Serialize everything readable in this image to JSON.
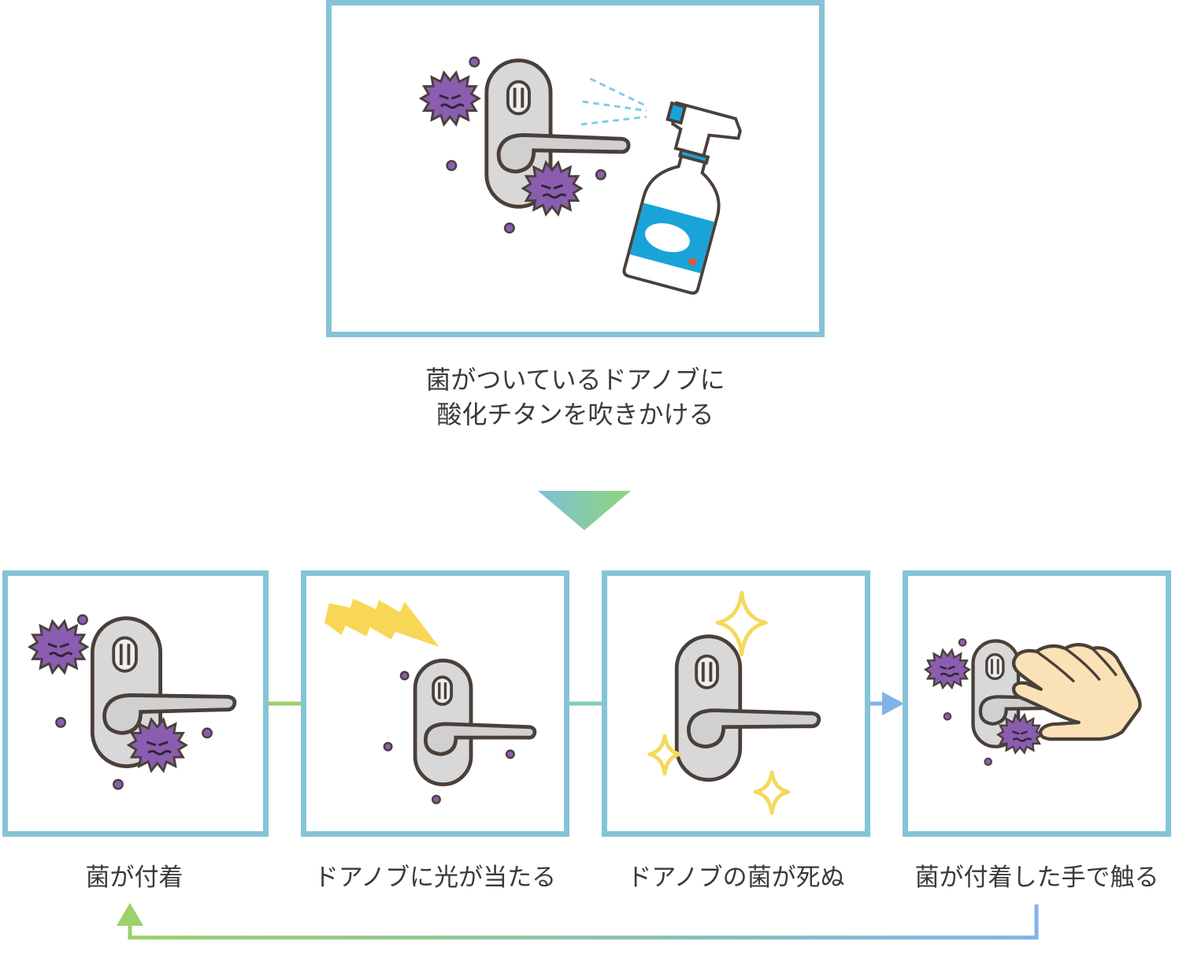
{
  "top_panel": {
    "caption_line1": "菌がついているドアノブに",
    "caption_line2": "酸化チタンを吹きかける",
    "icons": [
      "door-handle-icon",
      "germ-icon",
      "spray-bottle-icon"
    ]
  },
  "steps": [
    {
      "label": "菌が付着",
      "icons": [
        "door-handle-icon",
        "germ-icon"
      ]
    },
    {
      "label": "ドアノブに光が当たる",
      "icons": [
        "door-handle-icon",
        "light-ray-icon"
      ]
    },
    {
      "label": "ドアノブの菌が死ぬ",
      "icons": [
        "door-handle-icon",
        "sparkle-icon"
      ]
    },
    {
      "label": "菌が付着した手で触る",
      "icons": [
        "door-handle-icon",
        "germ-icon",
        "hand-icon"
      ]
    }
  ],
  "colors": {
    "frame": "#86c3d6",
    "germ": "#8a5db0",
    "handle": "#d6d6d6",
    "outline": "#4a403a",
    "spray_blue": "#1aa3d9",
    "light_yellow": "#f8d756",
    "sparkle_yellow": "#f5d95c",
    "hand_skin": "#fbe2b6",
    "arrow_green": "#9bd06a",
    "arrow_blue": "#7fb3ea"
  }
}
